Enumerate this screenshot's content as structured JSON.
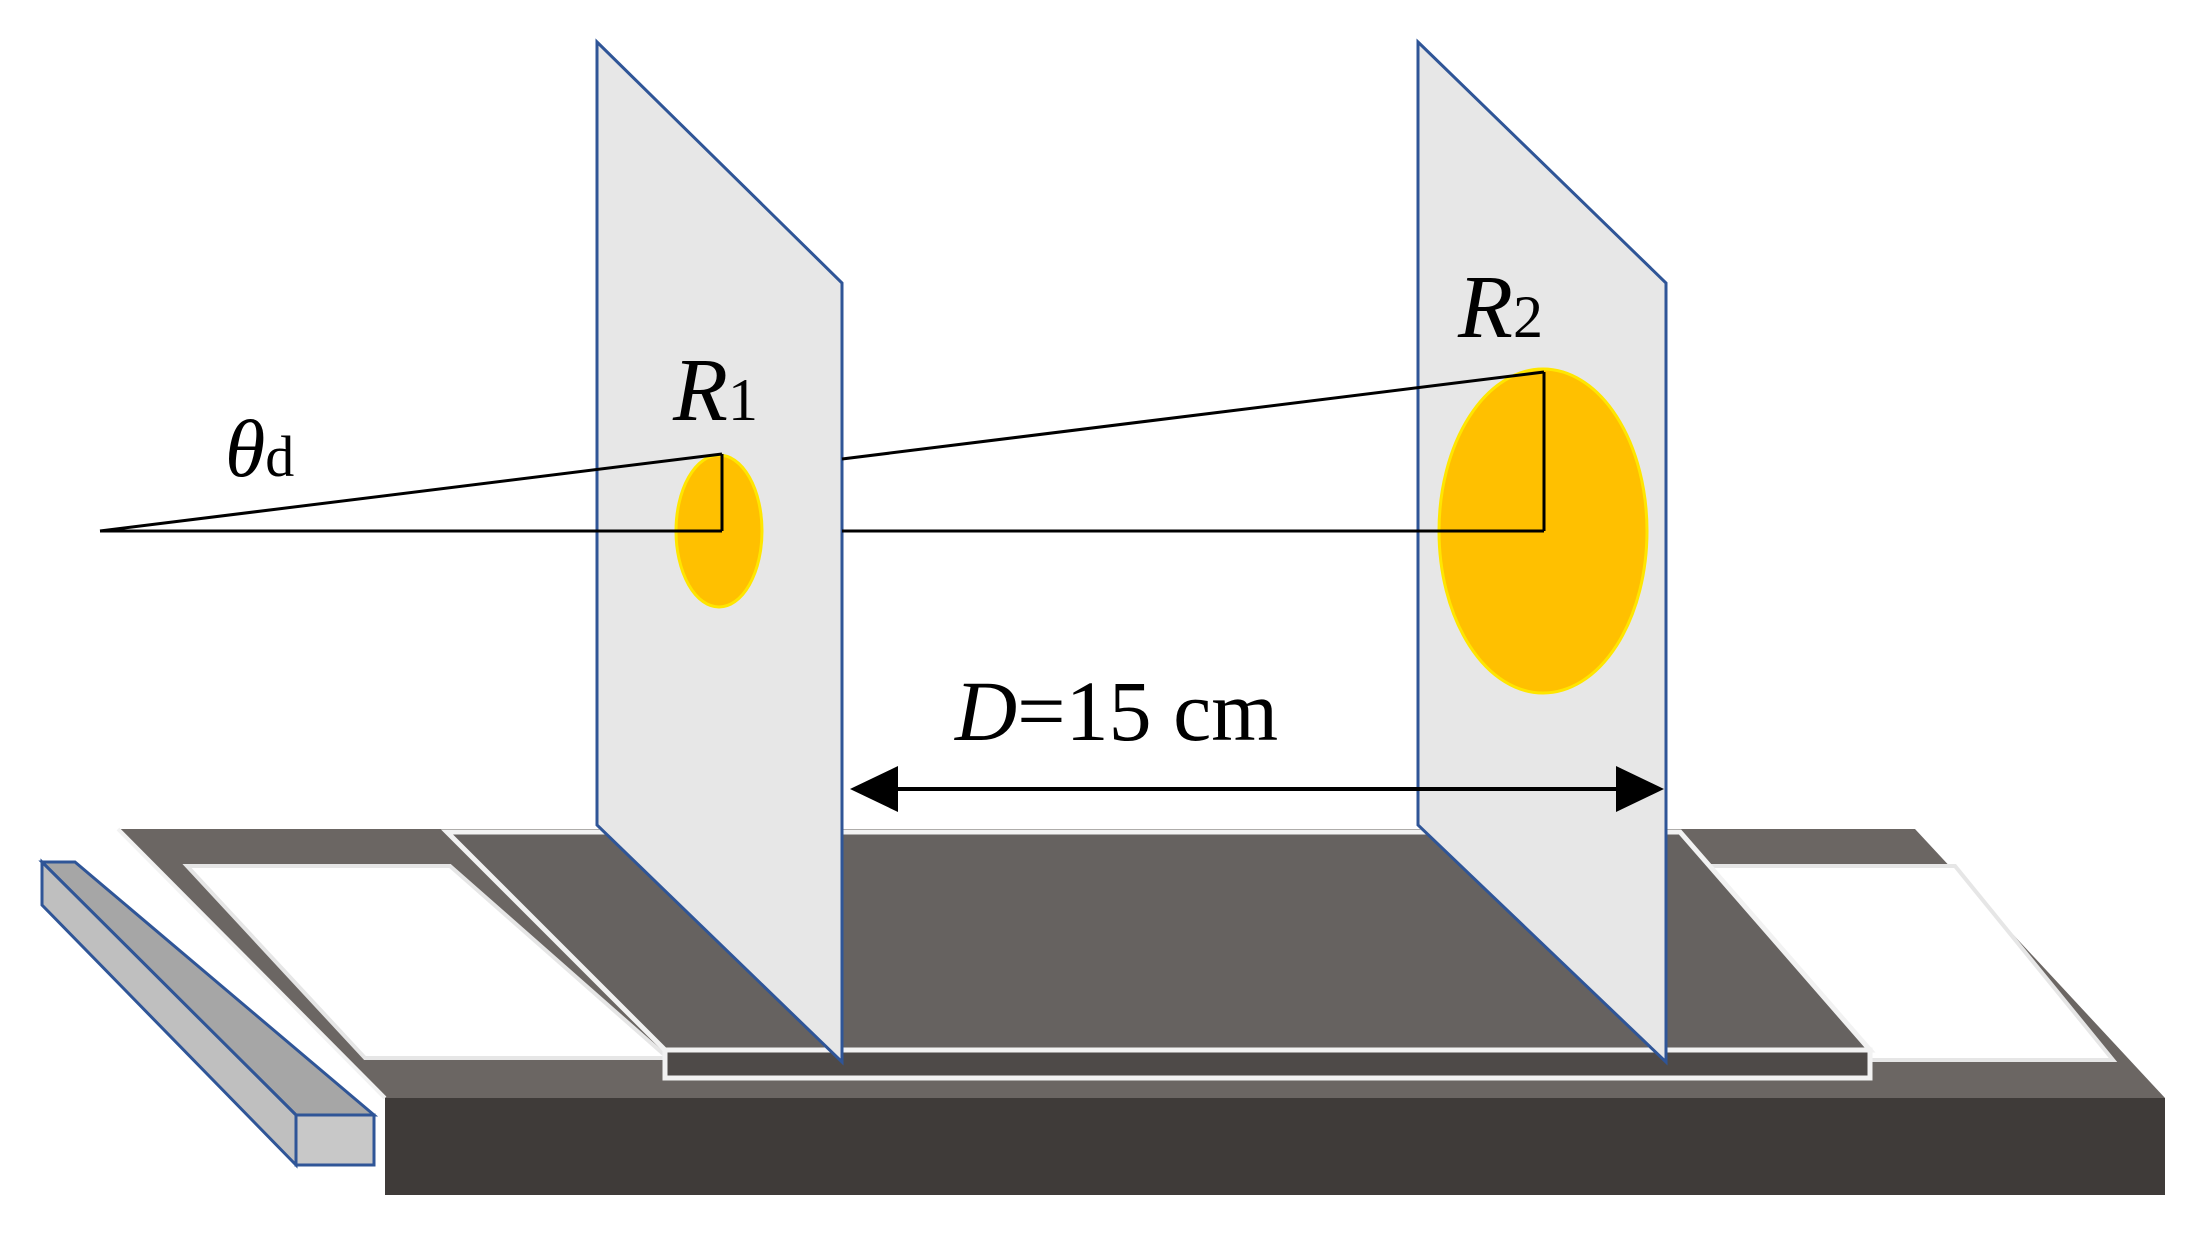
{
  "labels": {
    "theta_symbol": "θ",
    "theta_subscript": "d",
    "r1_symbol": "R",
    "r1_subscript": "1",
    "r2_symbol": "R",
    "r2_subscript": "2",
    "distance_symbol": "D",
    "distance_value": "=15 cm"
  },
  "colors": {
    "spot_fill": "#FFC000",
    "spot_edge": "#FFE600",
    "screen_fill": "#E7E7E7",
    "screen_edge": "#2F5597",
    "rail_top": "#6B6663",
    "rail_front": "#3F3B39",
    "rail_highlight": "#F2F2F2",
    "clamp_fill": "#BFBFBF"
  }
}
